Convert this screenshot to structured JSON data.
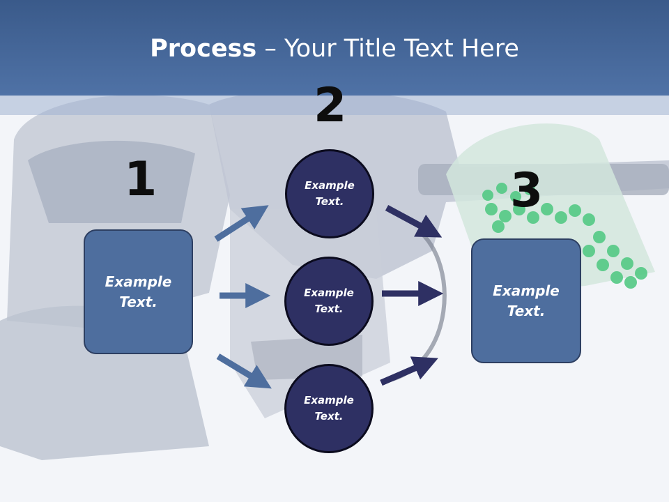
{
  "slide": {
    "title_bold": "Process",
    "title_rest": " – Your Title Text Here"
  },
  "steps": {
    "step1": {
      "number": "1",
      "line1": "Example",
      "line2": "Text."
    },
    "step2": {
      "number": "2"
    },
    "step3": {
      "number": "3",
      "line1": "Example",
      "line2": "Text."
    }
  },
  "circles": [
    {
      "line1": "Example",
      "line2": "Text."
    },
    {
      "line1": "Example",
      "line2": "Text."
    },
    {
      "line1": "Example",
      "line2": "Text."
    }
  ],
  "colors": {
    "header": "#4a6a9c",
    "box_fill": "#4e6e9e",
    "circle_fill": "#2e3063",
    "arrow_left": "#4e6e9e",
    "arrow_right": "#2e3063"
  }
}
